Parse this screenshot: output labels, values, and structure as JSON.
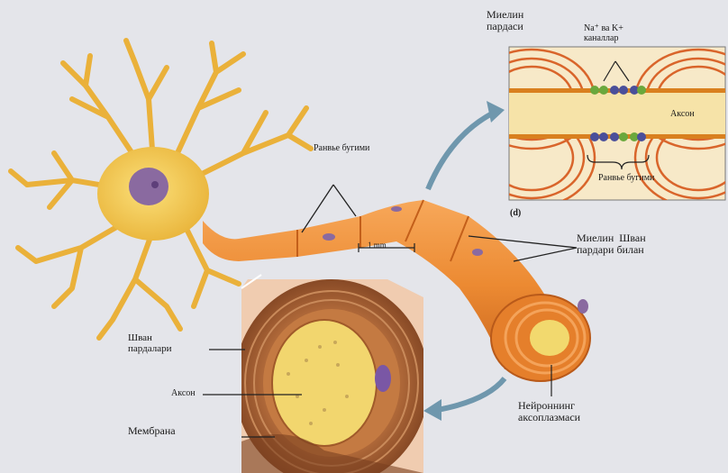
{
  "labels": {
    "myelin_sheath": "Миелин\nпардаси",
    "na_k_channels": "Na⁺ ва K+\nканаллар",
    "axon_inset": "Аксон",
    "node_inset": "Ранвье бугими",
    "panel_letter": "(d)",
    "node_main": "Ранвье бугими",
    "scale_bar": "1 mm",
    "myelin_schwann": "Миелин  Шван\nпардари билан",
    "schwann_membranes": "Шван\nпардалари",
    "axon_cross": "Аксон",
    "membrane": "Мембрана",
    "axoplasm": "Нейроннинг\nаксоплазмаси"
  },
  "colors": {
    "background": "#e4e5ea",
    "soma": "#f0c040",
    "nucleus": "#8a6aa0",
    "myelin": "#e9852e",
    "axon_core": "#f2d96e",
    "na_channel": "#6aa83c",
    "k_channel": "#4a4f9a",
    "arrow": "#6f97ad"
  }
}
